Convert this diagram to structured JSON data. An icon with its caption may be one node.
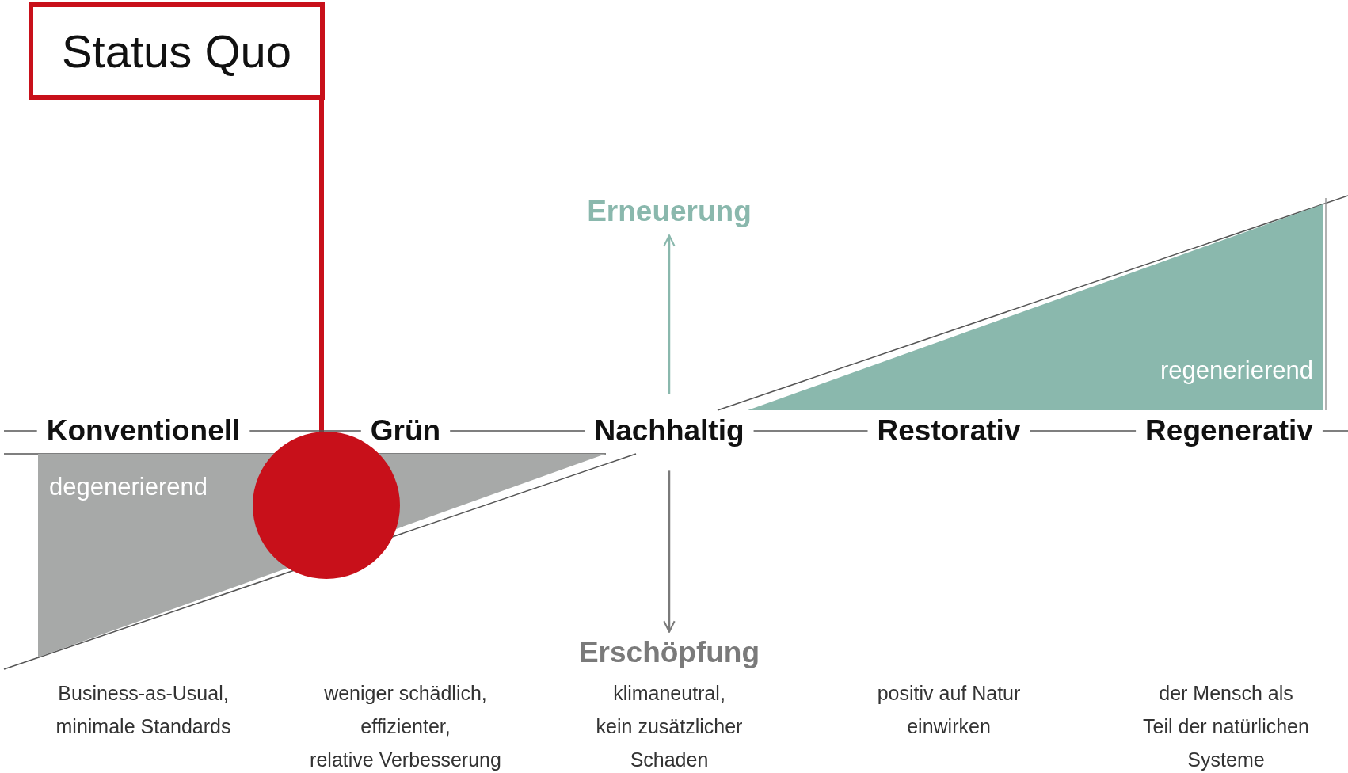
{
  "diagram": {
    "nodes": [
      {
        "text": [
          "Status Quo"
        ]
      },
      {
        "text": [],
        "shape": "circle"
      },
      {
        "text": [
          "Konventionell"
        ]
      },
      {
        "text": [
          "Grün"
        ]
      },
      {
        "text": [
          "Nachhaltig"
        ]
      },
      {
        "text": [
          "Restorativ"
        ]
      },
      {
        "text": [
          "Regenerativ"
        ]
      },
      {
        "text": [
          "Erneuerung"
        ]
      },
      {
        "text": [
          "Erschöpfung"
        ]
      },
      {
        "text": [
          "degenerierend"
        ]
      },
      {
        "text": [
          "regenerierend"
        ]
      }
    ],
    "edges": [
      {
        "from": 0,
        "to": 1,
        "arrow": "none",
        "style": "thick",
        "color": "#c8101a"
      },
      {
        "from": null,
        "to": 2,
        "arrow": "none"
      },
      {
        "from": 2,
        "to": 3,
        "arrow": "none"
      },
      {
        "from": 3,
        "to": 4,
        "arrow": "none"
      },
      {
        "from": 4,
        "to": 5,
        "arrow": "none"
      },
      {
        "from": 5,
        "to": 6,
        "arrow": "none"
      },
      {
        "from": 6,
        "to": null,
        "arrow": "none"
      },
      {
        "from": 4,
        "to": 7,
        "arrow": "to",
        "color": "#8ab8ad"
      },
      {
        "from": 4,
        "to": 8,
        "arrow": "to",
        "color": "#7a7a7a"
      }
    ],
    "labels": [
      "Business-as-Usual, minimale Standards",
      "weniger schädlich, effizienter, relative Verbesserung",
      "klimaneutral, kein zusätzlicher Schaden",
      "positiv auf Natur einwirken",
      "der Mensch als Teil der natürlichen Systeme"
    ]
  }
}
